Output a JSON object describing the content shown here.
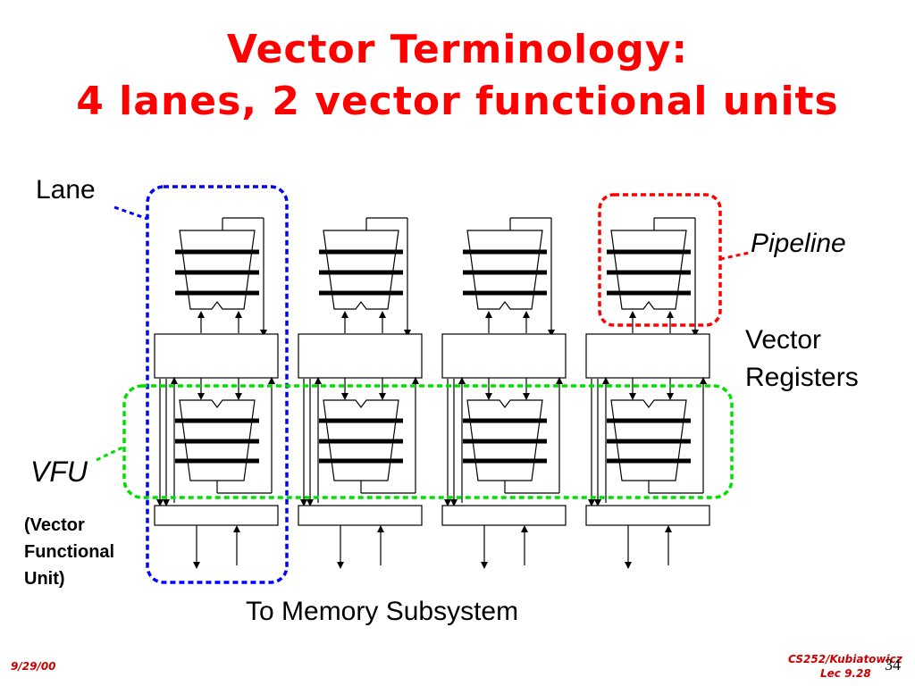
{
  "title": {
    "line1": "Vector Terminology:",
    "line2": "4 lanes, 2 vector functional units"
  },
  "labels": {
    "lane": "Lane",
    "pipeline": "Pipeline",
    "vector_registers_1": "Vector",
    "vector_registers_2": "Registers",
    "vfu": "VFU",
    "vfu_expanded_1": "(Vector",
    "vfu_expanded_2": "Functional",
    "vfu_expanded_3": "Unit)",
    "memory": "To Memory Subsystem"
  },
  "footer": {
    "date": "9/29/00",
    "course": "CS252/Kubiatowicz",
    "lecture": "Lec 9.28",
    "slide_number": "34"
  },
  "colors": {
    "title": "#ff0000",
    "lane_highlight": "#0000ff",
    "pipeline_highlight": "#ff0000",
    "vfu_highlight": "#00cc00",
    "footer": "#cc0000"
  },
  "diagram": {
    "lane_count": 4
  }
}
